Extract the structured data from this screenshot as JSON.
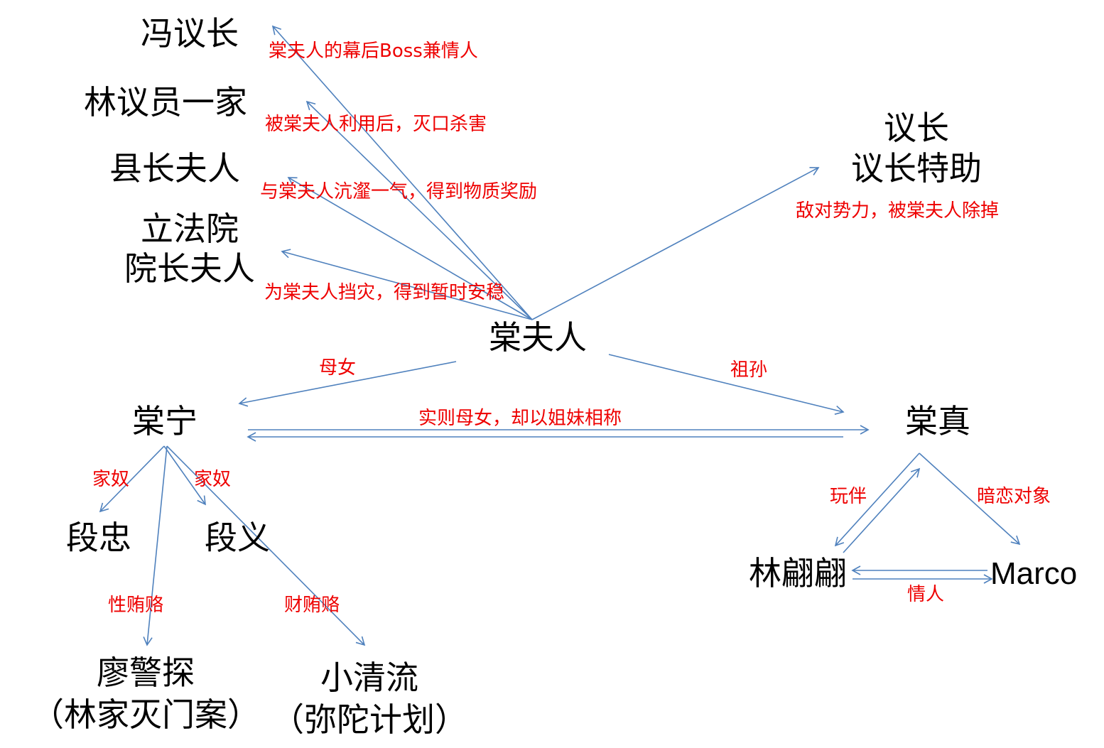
{
  "nodes": {
    "feng": "冯议长",
    "lin_family": "林议员一家",
    "county_wife": "县长夫人",
    "legislative_line1": "立法院",
    "legislative_line2": "院长夫人",
    "speaker_line1": "议长",
    "speaker_line2": "议长特助",
    "madam_tang": "棠夫人",
    "tang_ning": "棠宁",
    "tang_zhen": "棠真",
    "duan_zhong": "段忠",
    "duan_yi": "段义",
    "liao_line1": "廖警探",
    "liao_line2": "（林家灭门案）",
    "xiao_line1": "小清流",
    "xiao_line2": "（弥陀计划）",
    "lin_xuanxuan": "林翩翩",
    "marco": "Marco"
  },
  "edges": {
    "boss_lover": "棠夫人的幕后Boss兼情人",
    "silenced": "被棠夫人利用后，灭口杀害",
    "collusion": "与棠夫人沆瀣一气，得到物质奖励",
    "scapegoat": "为棠夫人挡灾，得到暂时安稳",
    "hostile": "敌对势力，被棠夫人除掉",
    "mother_daughter": "母女",
    "grandparent": "祖孙",
    "sisters": "实则母女，却以姐妹相称",
    "servant_1": "家奴",
    "servant_2": "家奴",
    "sex_bribe": "性贿赂",
    "money_bribe": "财贿赂",
    "playmate": "玩伴",
    "crush": "暗恋对象",
    "lovers": "情人"
  },
  "colors": {
    "arrow": "#4f81bd",
    "label": "#ee0000",
    "node": "#000000"
  }
}
